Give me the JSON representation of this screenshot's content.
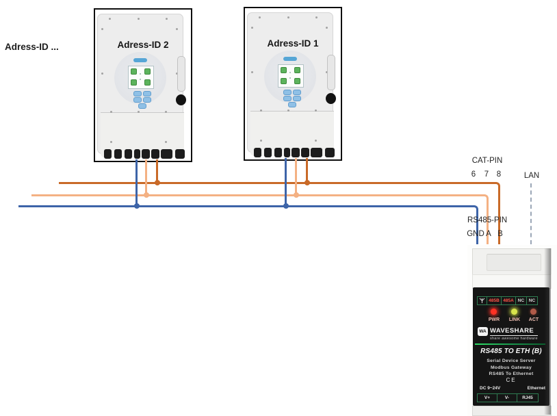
{
  "diagram": {
    "address_label_more": "Adress-ID ...",
    "inverters": [
      {
        "label": "Adress-ID 2"
      },
      {
        "label": "Adress-ID 1"
      }
    ],
    "bus_labels": {
      "cat_pin_title": "CAT-PIN",
      "cat_pins": [
        "6",
        "7",
        "8"
      ],
      "lan": "LAN",
      "rs485_pin_title": "RS485-PIN",
      "rs485_pins": [
        "GND",
        "A",
        "B"
      ]
    },
    "wire_colors": {
      "rs485_b": "#C96A28",
      "rs485_a": "#F4B183",
      "rs485_gnd": "#3D64A8",
      "lan": "#9AA6B6"
    }
  },
  "gateway": {
    "terminal_labels": [
      "485B",
      "485A",
      "NC",
      "NC"
    ],
    "leds": [
      {
        "label": "PWR",
        "color": "#FF3224"
      },
      {
        "label": "LINK",
        "color": "#D8E54C"
      },
      {
        "label": "ACT",
        "color": "#B05A48"
      }
    ],
    "logo_monogram": "WA",
    "brand": "WAVESHARE",
    "tagline": "share awesome hardware",
    "product_name": "RS485 TO ETH (B)",
    "description_lines": [
      "Serial Device Server",
      "Modbus Gateway",
      "RS485 To Ethernet"
    ],
    "ce_mark": "CE",
    "power_label": "DC 9~24V",
    "ethernet_label": "Ethernet",
    "bottom_terminals": [
      "V+",
      "V-",
      "RJ45"
    ]
  }
}
